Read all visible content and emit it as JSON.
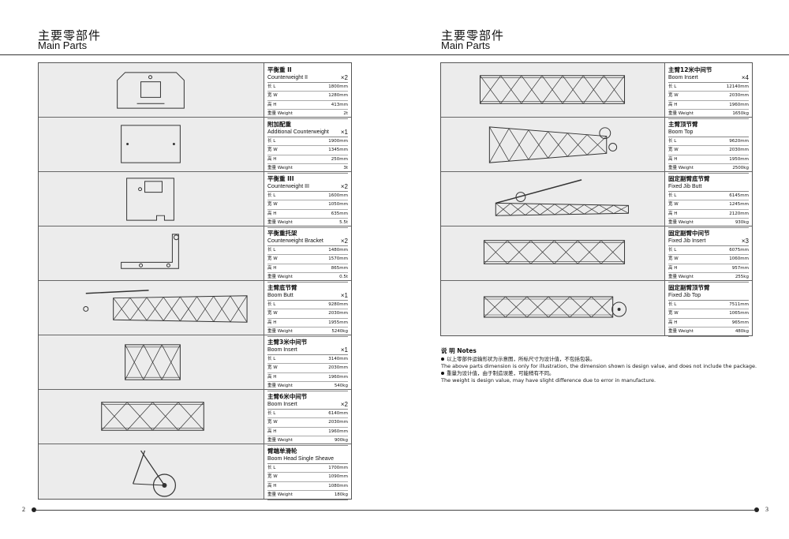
{
  "left": {
    "header_cn": "主要零部件",
    "header_en": "Main Parts",
    "page_number": "2",
    "parts": [
      {
        "name_cn": "平衡重 II",
        "name_en": "Counterweight II",
        "qty": "×2",
        "specs": [
          {
            "k": "长 L",
            "v": "1800mm"
          },
          {
            "k": "宽 W",
            "v": "1280mm"
          },
          {
            "k": "高 H",
            "v": "413mm"
          },
          {
            "k": "重量 Weight",
            "v": "2t"
          }
        ]
      },
      {
        "name_cn": "附加配重",
        "name_en": "Additional Counterweight",
        "qty": "×1",
        "specs": [
          {
            "k": "长 L",
            "v": "1900mm"
          },
          {
            "k": "宽 W",
            "v": "1345mm"
          },
          {
            "k": "高 H",
            "v": "250mm"
          },
          {
            "k": "重量 Weight",
            "v": "3t"
          }
        ]
      },
      {
        "name_cn": "平衡重 III",
        "name_en": "Counterweight III",
        "qty": "×2",
        "specs": [
          {
            "k": "长 L",
            "v": "1600mm"
          },
          {
            "k": "宽 W",
            "v": "1050mm"
          },
          {
            "k": "高 H",
            "v": "635mm"
          },
          {
            "k": "重量 Weight",
            "v": "5.5t"
          }
        ]
      },
      {
        "name_cn": "平衡重托架",
        "name_en": "Counterweight Bracket",
        "qty": "×2",
        "specs": [
          {
            "k": "长 L",
            "v": "1480mm"
          },
          {
            "k": "宽 W",
            "v": "1570mm"
          },
          {
            "k": "高 H",
            "v": "865mm"
          },
          {
            "k": "重量 Weight",
            "v": "0.5t"
          }
        ]
      },
      {
        "name_cn": "主臂底节臂",
        "name_en": "Boom Butt",
        "qty": "×1",
        "specs": [
          {
            "k": "长 L",
            "v": "9280mm"
          },
          {
            "k": "宽 W",
            "v": "2030mm"
          },
          {
            "k": "高 H",
            "v": "1955mm"
          },
          {
            "k": "重量 Weight",
            "v": "5240kg"
          }
        ]
      },
      {
        "name_cn": "主臂3米中间节",
        "name_en": "Boom Insert",
        "qty": "×1",
        "specs": [
          {
            "k": "长 L",
            "v": "3140mm"
          },
          {
            "k": "宽 W",
            "v": "2030mm"
          },
          {
            "k": "高 H",
            "v": "1960mm"
          },
          {
            "k": "重量 Weight",
            "v": "540kg"
          }
        ]
      },
      {
        "name_cn": "主臂6米中间节",
        "name_en": "Boom Insert",
        "qty": "×2",
        "specs": [
          {
            "k": "长 L",
            "v": "6140mm"
          },
          {
            "k": "宽 W",
            "v": "2030mm"
          },
          {
            "k": "高 H",
            "v": "1960mm"
          },
          {
            "k": "重量 Weight",
            "v": "900kg"
          }
        ]
      },
      {
        "name_cn": "臂端单滑轮",
        "name_en": "Boom Head Single Sheave",
        "qty": "",
        "specs": [
          {
            "k": "长 L",
            "v": "1700mm"
          },
          {
            "k": "宽 W",
            "v": "1090mm"
          },
          {
            "k": "高 H",
            "v": "1080mm"
          },
          {
            "k": "重量 Weight",
            "v": "180kg"
          }
        ]
      }
    ]
  },
  "right": {
    "header_cn": "主要零部件",
    "header_en": "Main Parts",
    "page_number": "3",
    "parts": [
      {
        "name_cn": "主臂12米中间节",
        "name_en": "Boom Insert",
        "qty": "×4",
        "specs": [
          {
            "k": "长 L",
            "v": "12140mm"
          },
          {
            "k": "宽 W",
            "v": "2030mm"
          },
          {
            "k": "高 H",
            "v": "1960mm"
          },
          {
            "k": "重量 Weight",
            "v": "1650kg"
          }
        ]
      },
      {
        "name_cn": "主臂顶节臂",
        "name_en": "Boom Top",
        "qty": "",
        "specs": [
          {
            "k": "长 L",
            "v": "9620mm"
          },
          {
            "k": "宽 W",
            "v": "2030mm"
          },
          {
            "k": "高 H",
            "v": "1950mm"
          },
          {
            "k": "重量 Weight",
            "v": "2500kg"
          }
        ]
      },
      {
        "name_cn": "固定副臂底节臂",
        "name_en": "Fixed Jib Butt",
        "qty": "",
        "specs": [
          {
            "k": "长 L",
            "v": "6145mm"
          },
          {
            "k": "宽 W",
            "v": "1245mm"
          },
          {
            "k": "高 H",
            "v": "2120mm"
          },
          {
            "k": "重量 Weight",
            "v": "930kg"
          }
        ]
      },
      {
        "name_cn": "固定副臂中间节",
        "name_en": "Fixed Jib Insert",
        "qty": "×3",
        "specs": [
          {
            "k": "长 L",
            "v": "6075mm"
          },
          {
            "k": "宽 W",
            "v": "1060mm"
          },
          {
            "k": "高 H",
            "v": "957mm"
          },
          {
            "k": "重量 Weight",
            "v": "255kg"
          }
        ]
      },
      {
        "name_cn": "固定副臂顶节臂",
        "name_en": "Fixed Jib Top",
        "qty": "",
        "specs": [
          {
            "k": "长 L",
            "v": "7511mm"
          },
          {
            "k": "宽 W",
            "v": "1065mm"
          },
          {
            "k": "高 H",
            "v": "965mm"
          },
          {
            "k": "重量 Weight",
            "v": "480kg"
          }
        ]
      }
    ],
    "notes": {
      "title": "说 明 Notes",
      "items": [
        {
          "cn": "以上零部件运输形状为示意图，所标尺寸为设计值，不包括包装。",
          "en": "The above parts dimension is only for illustration, the dimension shown is design value, and does not include the package."
        },
        {
          "cn": "重量为设计值，由于制造误差，可能稍有不同。",
          "en": "The weight is design value, may have slight difference due to error in manufacture."
        }
      ]
    }
  }
}
